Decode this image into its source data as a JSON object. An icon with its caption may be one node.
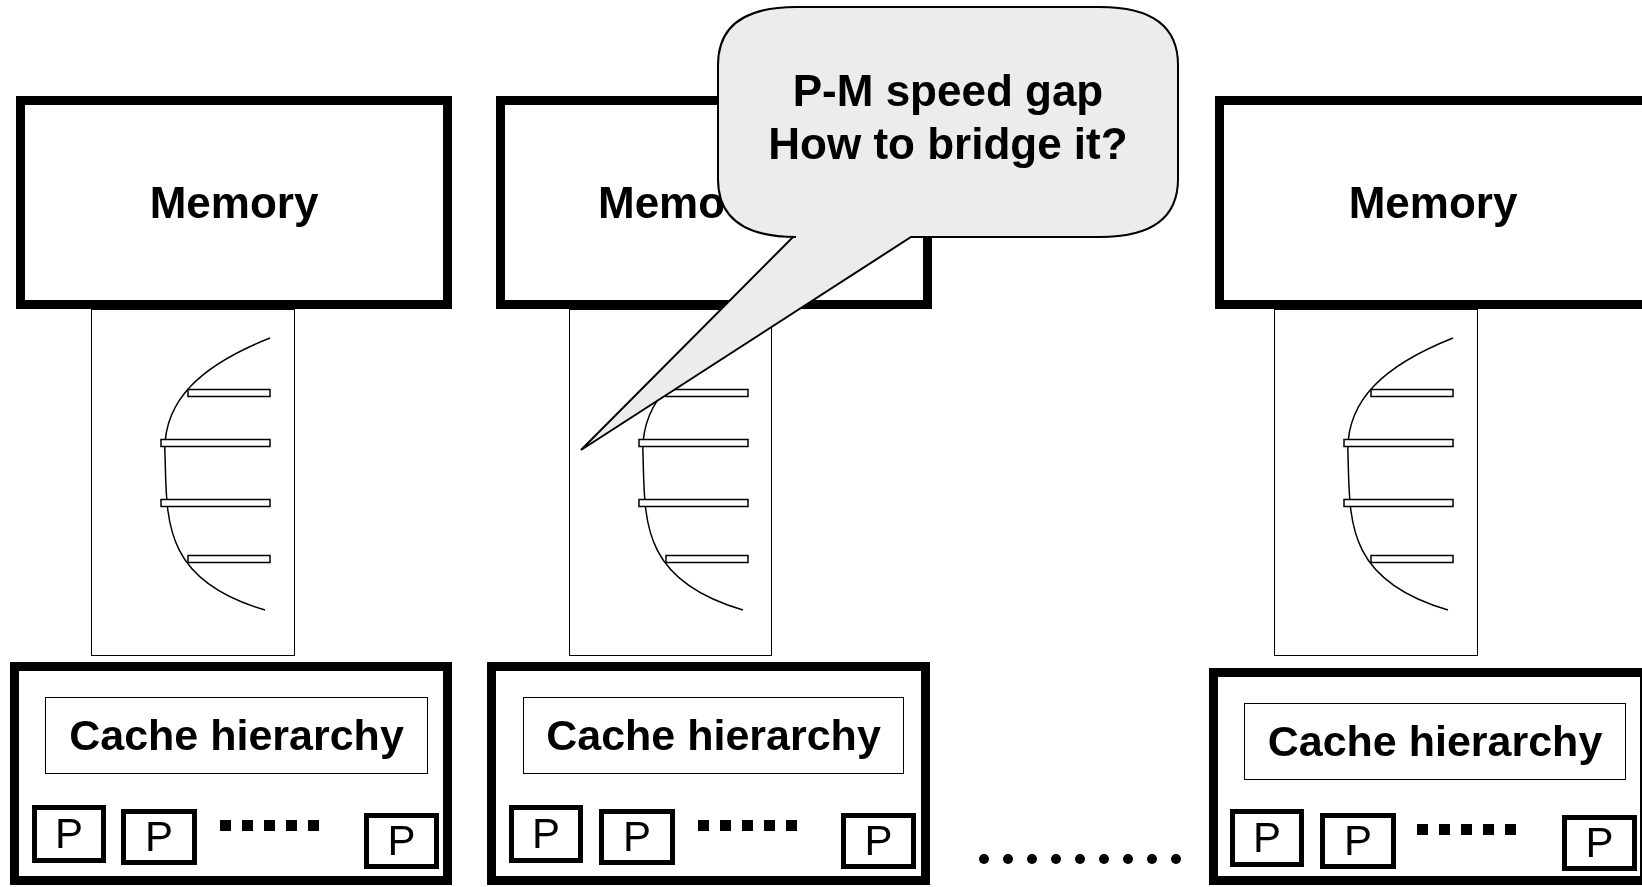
{
  "diagram": {
    "nodes": [
      {
        "text": [
          "Memory"
        ]
      },
      {
        "text": [],
        "shape": "box"
      },
      {
        "text": [],
        "shape": "box"
      },
      {
        "text": [
          "Cache hierarchy"
        ],
        "in": 2
      },
      {
        "text": [
          "P"
        ],
        "in": 2
      },
      {
        "text": [
          "P"
        ],
        "in": 2
      },
      {
        "text": [
          "P"
        ],
        "in": 2
      },
      {
        "text": [
          "Memo"
        ]
      },
      {
        "text": [],
        "shape": "box"
      },
      {
        "text": [],
        "shape": "box"
      },
      {
        "text": [
          "Cache hierarchy"
        ],
        "in": 9
      },
      {
        "text": [
          "P"
        ],
        "in": 9
      },
      {
        "text": [
          "P"
        ],
        "in": 9
      },
      {
        "text": [
          "P"
        ],
        "in": 9
      },
      {
        "text": [
          "P-M speed gap",
          "How to bridge it?"
        ]
      },
      {
        "text": [
          "Memory"
        ]
      },
      {
        "text": [],
        "shape": "box"
      },
      {
        "text": [],
        "shape": "box"
      },
      {
        "text": [
          "Cache hierarchy"
        ],
        "in": 17
      },
      {
        "text": [
          "P"
        ],
        "in": 17
      },
      {
        "text": [
          "P"
        ],
        "in": 17
      },
      {
        "text": [
          "P"
        ],
        "in": 17
      }
    ],
    "edges": []
  }
}
